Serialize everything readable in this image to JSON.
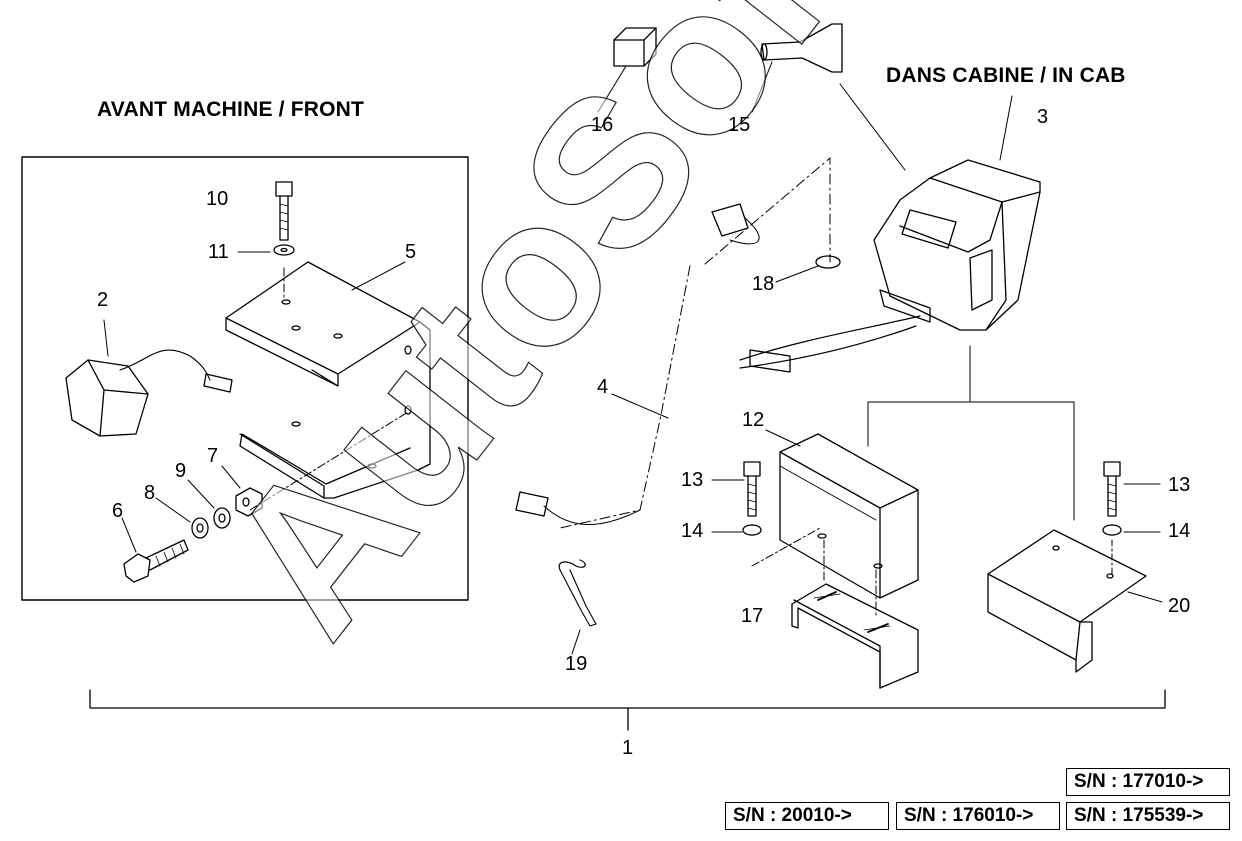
{
  "titles": {
    "front": "AVANT MACHINE / FRONT",
    "cab": "DANS CABINE / IN CAB"
  },
  "watermark": "AutoSoft",
  "callouts": [
    "1",
    "2",
    "3",
    "4",
    "5",
    "6",
    "7",
    "8",
    "9",
    "10",
    "11",
    "12",
    "13",
    "13",
    "14",
    "14",
    "15",
    "16",
    "17",
    "18",
    "19",
    "20"
  ],
  "serials": {
    "top": "S/N : 177010->",
    "bottom": [
      "S/N : 20010->",
      "S/N : 176010->",
      "S/N : 175539->"
    ]
  }
}
